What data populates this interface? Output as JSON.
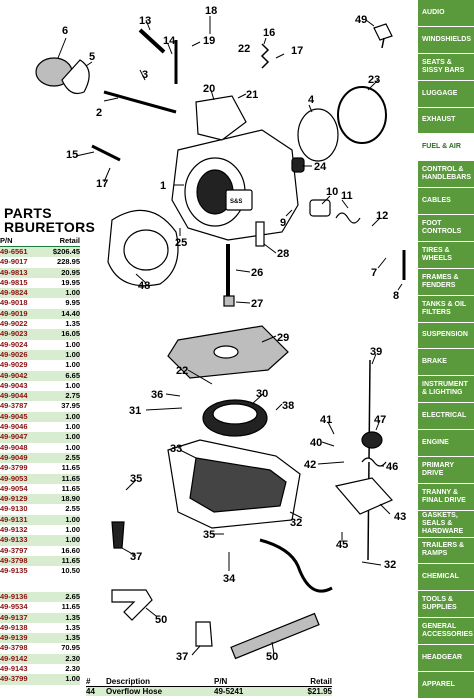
{
  "heading": {
    "line1": "PARTS",
    "line2": "RBURETORS"
  },
  "table_columns": {
    "pn": "P/N",
    "retail": "Retail"
  },
  "parts_rows_1": [
    {
      "pn": "49-6561",
      "retail": "$206.45"
    },
    {
      "pn": "49-9017",
      "retail": "228.95"
    },
    {
      "pn": "49-9813",
      "retail": "20.95"
    },
    {
      "pn": "49-9815",
      "retail": "19.95"
    },
    {
      "pn": "49-9824",
      "retail": "1.00"
    },
    {
      "pn": "49-9018",
      "retail": "9.95"
    },
    {
      "pn": "49-9019",
      "retail": "14.40"
    },
    {
      "pn": "49-9022",
      "retail": "1.35"
    },
    {
      "pn": "49-9023",
      "retail": "16.05"
    },
    {
      "pn": "49-9024",
      "retail": "1.00"
    },
    {
      "pn": "49-9026",
      "retail": "1.00"
    },
    {
      "pn": "49-9029",
      "retail": "1.00"
    },
    {
      "pn": "49-9042",
      "retail": "6.65"
    },
    {
      "pn": "49-9043",
      "retail": "1.00"
    },
    {
      "pn": "49-9044",
      "retail": "2.75"
    },
    {
      "pn": "49-3787",
      "retail": "37.95"
    },
    {
      "pn": "49-9045",
      "retail": "1.00"
    },
    {
      "pn": "49-9046",
      "retail": "1.00"
    },
    {
      "pn": "49-9047",
      "retail": "1.00"
    },
    {
      "pn": "49-9048",
      "retail": "1.00"
    },
    {
      "pn": "49-9049",
      "retail": "2.55"
    },
    {
      "pn": "49-3799",
      "retail": "11.65"
    },
    {
      "pn": "49-9053",
      "retail": "11.65"
    },
    {
      "pn": "49-9054",
      "retail": "11.65"
    },
    {
      "pn": "49-9129",
      "retail": "18.90"
    },
    {
      "pn": "49-9130",
      "retail": "2.55"
    },
    {
      "pn": "49-9131",
      "retail": "1.00"
    },
    {
      "pn": "49-9132",
      "retail": "1.00"
    },
    {
      "pn": "49-9133",
      "retail": "1.00"
    },
    {
      "pn": "49-3797",
      "retail": "16.60"
    },
    {
      "pn": "49-3798",
      "retail": "11.65"
    },
    {
      "pn": "49-9135",
      "retail": "10.50"
    }
  ],
  "parts_rows_2": [
    {
      "pn": "49-9136",
      "retail": "2.65"
    },
    {
      "pn": "49-9534",
      "retail": "11.65"
    },
    {
      "pn": "49-9137",
      "retail": "1.35"
    },
    {
      "pn": "49-9138",
      "retail": "1.35"
    },
    {
      "pn": "49-9139",
      "retail": "1.35"
    },
    {
      "pn": "49-3798",
      "retail": "70.95"
    },
    {
      "pn": "49-9142",
      "retail": "2.30"
    },
    {
      "pn": "49-9143",
      "retail": "2.30"
    },
    {
      "pn": "49-3799",
      "retail": "1.00"
    }
  ],
  "bottom_table": {
    "head": {
      "num": "#",
      "desc": "Description",
      "pn": "P/N",
      "retail": "Retail"
    },
    "row": {
      "num": "44",
      "desc": "Overflow Hose",
      "pn": "49-5241",
      "retail": "$21.95"
    }
  },
  "callouts": [
    "1",
    "2",
    "3",
    "4",
    "5",
    "6",
    "7",
    "8",
    "9",
    "10",
    "11",
    "12",
    "13",
    "14",
    "15",
    "16",
    "17",
    "17",
    "18",
    "19",
    "20",
    "21",
    "22",
    "22",
    "23",
    "24",
    "25",
    "26",
    "27",
    "28",
    "29",
    "30",
    "31",
    "32",
    "32",
    "33",
    "34",
    "35",
    "35",
    "36",
    "37",
    "37",
    "38",
    "39",
    "40",
    "41",
    "42",
    "43",
    "45",
    "46",
    "47",
    "48",
    "49",
    "50",
    "50"
  ],
  "nav": [
    {
      "label": "AUDIO",
      "active": false
    },
    {
      "label": "WINDSHIELDS",
      "active": false
    },
    {
      "label": "SEATS & SISSY BARS",
      "active": false
    },
    {
      "label": "LUGGAGE",
      "active": false
    },
    {
      "label": "EXHAUST",
      "active": false
    },
    {
      "label": "FUEL & AIR",
      "active": true
    },
    {
      "label": "CONTROL & HANDLEBARS",
      "active": false
    },
    {
      "label": "CABLES",
      "active": false
    },
    {
      "label": "FOOT CONTROLS",
      "active": false
    },
    {
      "label": "TIRES & WHEELS",
      "active": false
    },
    {
      "label": "FRAMES & FENDERS",
      "active": false
    },
    {
      "label": "TANKS & OIL FILTERS",
      "active": false
    },
    {
      "label": "SUSPENSION",
      "active": false
    },
    {
      "label": "BRAKE",
      "active": false
    },
    {
      "label": "INSTRUMENT & LIGHTING",
      "active": false
    },
    {
      "label": "ELECTRICAL",
      "active": false
    },
    {
      "label": "ENGINE",
      "active": false
    },
    {
      "label": "PRIMARY DRIVE",
      "active": false
    },
    {
      "label": "TRANNY & FINAL DRIVE",
      "active": false
    },
    {
      "label": "GASKETS, SEALS & HARDWARE",
      "active": false
    },
    {
      "label": "TRAILERS & RAMPS",
      "active": false
    },
    {
      "label": "CHEMICAL",
      "active": false
    },
    {
      "label": "TOOLS & SUPPLIES",
      "active": false
    },
    {
      "label": "GENERAL ACCESSORIES",
      "active": false
    },
    {
      "label": "HEADGEAR",
      "active": false
    },
    {
      "label": "APPAREL",
      "active": false
    }
  ]
}
